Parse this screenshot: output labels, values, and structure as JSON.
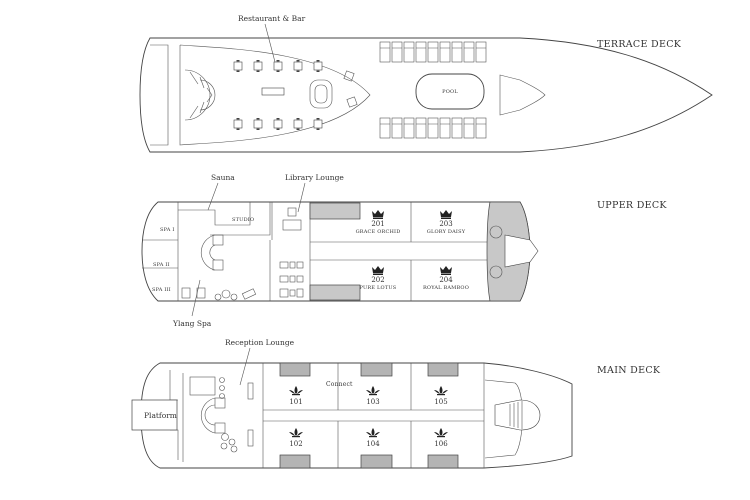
{
  "decks": {
    "terrace": {
      "title": "TERRACE DECK",
      "labels": {
        "restaurant": "Restaurant & Bar",
        "pool": "POOL"
      }
    },
    "upper": {
      "title": "UPPER DECK",
      "labels": {
        "sauna": "Sauna",
        "library": "Library Lounge",
        "studio": "STUDIO",
        "spa1": "SPA I",
        "spa2": "SPA II",
        "spa3": "SPA III",
        "ylang": "Ylang Spa"
      },
      "cabins": [
        {
          "number": "201",
          "name": "GRACE ORCHID"
        },
        {
          "number": "203",
          "name": "GLORY DAISY"
        },
        {
          "number": "202",
          "name": "PURE LOTUS"
        },
        {
          "number": "204",
          "name": "ROYAL BAMBOO"
        }
      ]
    },
    "main": {
      "title": "MAIN DECK",
      "labels": {
        "reception": "Reception Lounge",
        "platform": "Platform",
        "connect": "Connect"
      },
      "cabins": [
        "101",
        "103",
        "105",
        "102",
        "104",
        "106"
      ]
    }
  }
}
